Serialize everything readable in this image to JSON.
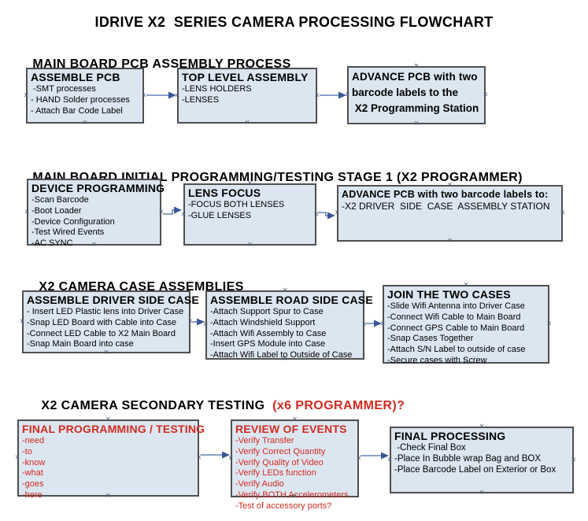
{
  "title": "IDRIVE X2  SERIES CAMERA PROCESSING FLOWCHART",
  "colors": {
    "red": "#d22b1f",
    "box_fill": "#dce6f1",
    "box_border": "#4f4f4f",
    "arrow_line": "#88a1c8",
    "arrow_head": "#3a5897",
    "handle": "#4f627c",
    "text": "#000000"
  },
  "icons": {
    "handle_glyph": "×"
  },
  "sections": [
    {
      "heading": "MAIN BOARD PCB ASSEMBLY PROCESS",
      "boxes": [
        {
          "header": "ASSEMBLE PCB",
          "lines": [
            " -SMT processes",
            "- HAND Solder processes",
            "- Attach Bar Code Label"
          ]
        },
        {
          "header": "TOP LEVEL ASSEMBLY",
          "lines": [
            "-LENS HOLDERS",
            "-LENSES"
          ]
        },
        {
          "header": "ADVANCE PCB with two",
          "lines": [
            "barcode labels to the",
            " X2 Programming Station"
          ]
        }
      ]
    },
    {
      "heading": "MAIN BOARD INITIAL PROGRAMMING/TESTING STAGE 1 (X2 PROGRAMMER)",
      "boxes": [
        {
          "header": "DEVICE PROGRAMMING",
          "lines": [
            "-Scan Barcode",
            "-Boot Loader",
            "-Device Configuration",
            "-Test Wired Events",
            "-AC SYNC"
          ]
        },
        {
          "header": "LENS FOCUS",
          "lines": [
            "-FOCUS BOTH LENSES",
            "-GLUE LENSES"
          ]
        },
        {
          "header": "ADVANCE PCB with two barcode labels to:",
          "lines": [
            "-X2 DRIVER  SIDE  CASE  ASSEMBLY STATION"
          ]
        }
      ]
    },
    {
      "heading": "X2 CAMERA CASE ASSEMBLIES",
      "boxes": [
        {
          "header": "ASSEMBLE DRIVER SIDE CASE",
          "lines": [
            "- Insert LED Plastic lens into Driver Case",
            "-Snap LED Board with Cable into Case",
            "-Connect LED Cable to X2 Main Board",
            "-Snap Main Board into case"
          ]
        },
        {
          "header": "ASSEMBLE ROAD SIDE CASE",
          "lines": [
            "-Attach Support Spur to Case",
            "-Attach Windshield Support",
            "-Attach Wifi Assembly to Case",
            "-Insert GPS Module into Case",
            "-Attach Wifi Label to Outside of Case"
          ]
        },
        {
          "header": "JOIN THE TWO CASES",
          "lines": [
            "-Slide Wifi Antenna into Driver Case",
            "-Connect Wifi Cable to Main Board",
            "-Connect GPS Cable to Main Board",
            "-Snap Cases Together",
            "-Attach S/N Label to outside of case",
            "-Secure cases with Screw"
          ]
        }
      ]
    },
    {
      "heading": "X2 CAMERA SECONDARY TESTING ",
      "heading_red": " (x6 PROGRAMMER)?",
      "boxes": [
        {
          "header": "FINAL PROGRAMMING / TESTING",
          "lines": [
            "-need",
            "-to",
            "-know",
            "-what",
            "-goes",
            "-here"
          ]
        },
        {
          "header": "REVIEW OF EVENTS",
          "lines": [
            "-Verify Transfer",
            "-Verify Correct Quantity",
            "-Verify Quality of Video",
            "-Verify LEDs function",
            "-Verify Audio",
            "-Verify BOTH Accelerometers",
            "-Test of accessory ports?"
          ]
        },
        {
          "header": "FINAL PROCESSING",
          "lines": [
            " -Check Final Box",
            "-Place In Bubble wrap Bag and BOX",
            "-Place Barcode Label on Exterior or Box"
          ]
        }
      ]
    }
  ]
}
